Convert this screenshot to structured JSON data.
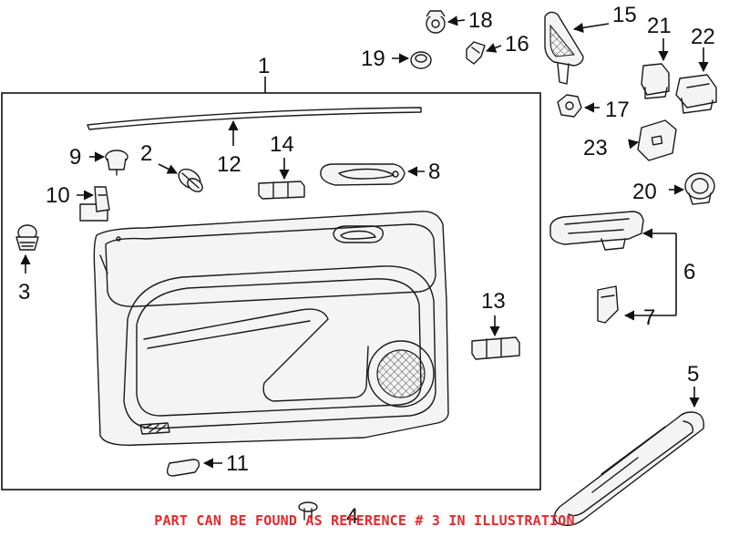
{
  "diagram": {
    "callouts": [
      "1",
      "2",
      "3",
      "4",
      "5",
      "6",
      "7",
      "8",
      "9",
      "10",
      "11",
      "12",
      "13",
      "14",
      "15",
      "16",
      "17",
      "18",
      "19",
      "20",
      "21",
      "22",
      "23"
    ]
  },
  "note": {
    "text": "PART CAN BE FOUND AS REFERENCE # 3 IN ILLUSTRATION",
    "color": "#e8282b"
  }
}
